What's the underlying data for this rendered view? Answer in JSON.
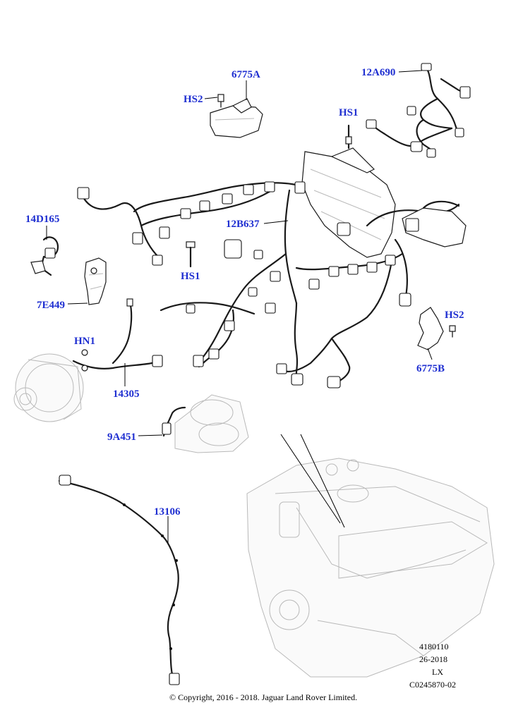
{
  "callouts": {
    "c6775A": "6775A",
    "cHS2_top": "HS2",
    "c12A690": "12A690",
    "cHS1_top": "HS1",
    "c14D165": "14D165",
    "c12B637": "12B637",
    "cHS1_mid": "HS1",
    "c7E449": "7E449",
    "cHS2_right": "HS2",
    "cHN1": "HN1",
    "c6775B": "6775B",
    "c14305": "14305",
    "c9A451": "9A451",
    "c13106": "13106"
  },
  "meta": {
    "ref1": "4180110",
    "ref2": "26-2018",
    "ref3": "LX",
    "ref4": "C0245870-02"
  },
  "copyright": "© Copyright, 2016 - 2018. Jaguar Land Rover Limited.",
  "colors": {
    "callout": "#1f2fd1",
    "line": "#1a1a1a",
    "ghost": "#b9b9b9"
  }
}
